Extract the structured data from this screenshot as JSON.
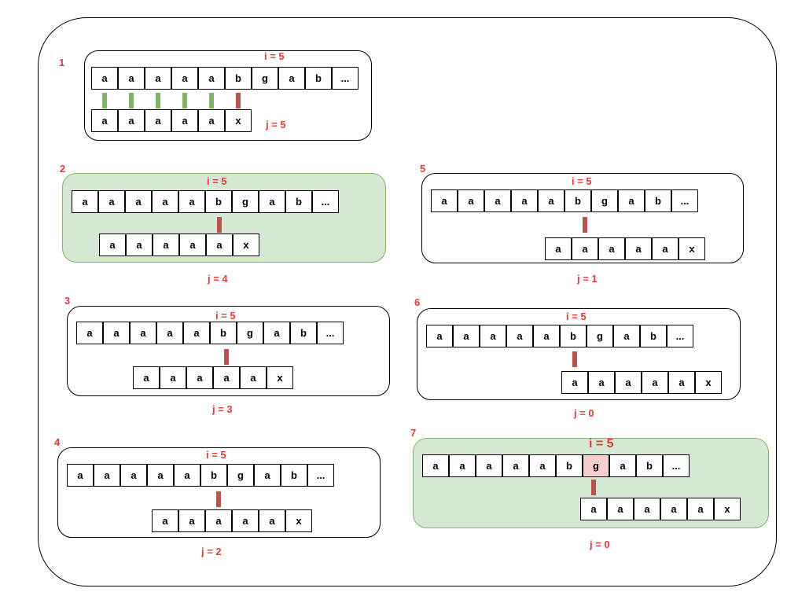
{
  "text_chars": [
    "a",
    "a",
    "a",
    "a",
    "a",
    "b",
    "g",
    "a",
    "b",
    "..."
  ],
  "pattern_chars": [
    "a",
    "a",
    "a",
    "a",
    "a",
    "x"
  ],
  "colors": {
    "label": "#e03b3b",
    "match": "#82b366",
    "mismatch": "#b85450",
    "highlight_bg": "#d5e8d4",
    "highlight_cell": "#f8cecc"
  },
  "steps": [
    {
      "id": "1",
      "i_label": "i = 5",
      "j_label": "j = 5"
    },
    {
      "id": "2",
      "i_label": "i = 5",
      "j_label": "j = 4"
    },
    {
      "id": "3",
      "i_label": "i = 5",
      "j_label": "j = 3"
    },
    {
      "id": "4",
      "i_label": "i = 5",
      "j_label": "j = 2"
    },
    {
      "id": "5",
      "i_label": "i = 5",
      "j_label": "j = 1"
    },
    {
      "id": "6",
      "i_label": "i = 5",
      "j_label": "j = 0"
    },
    {
      "id": "7",
      "i_label": "i = 5",
      "j_label": "j = 0"
    }
  ]
}
